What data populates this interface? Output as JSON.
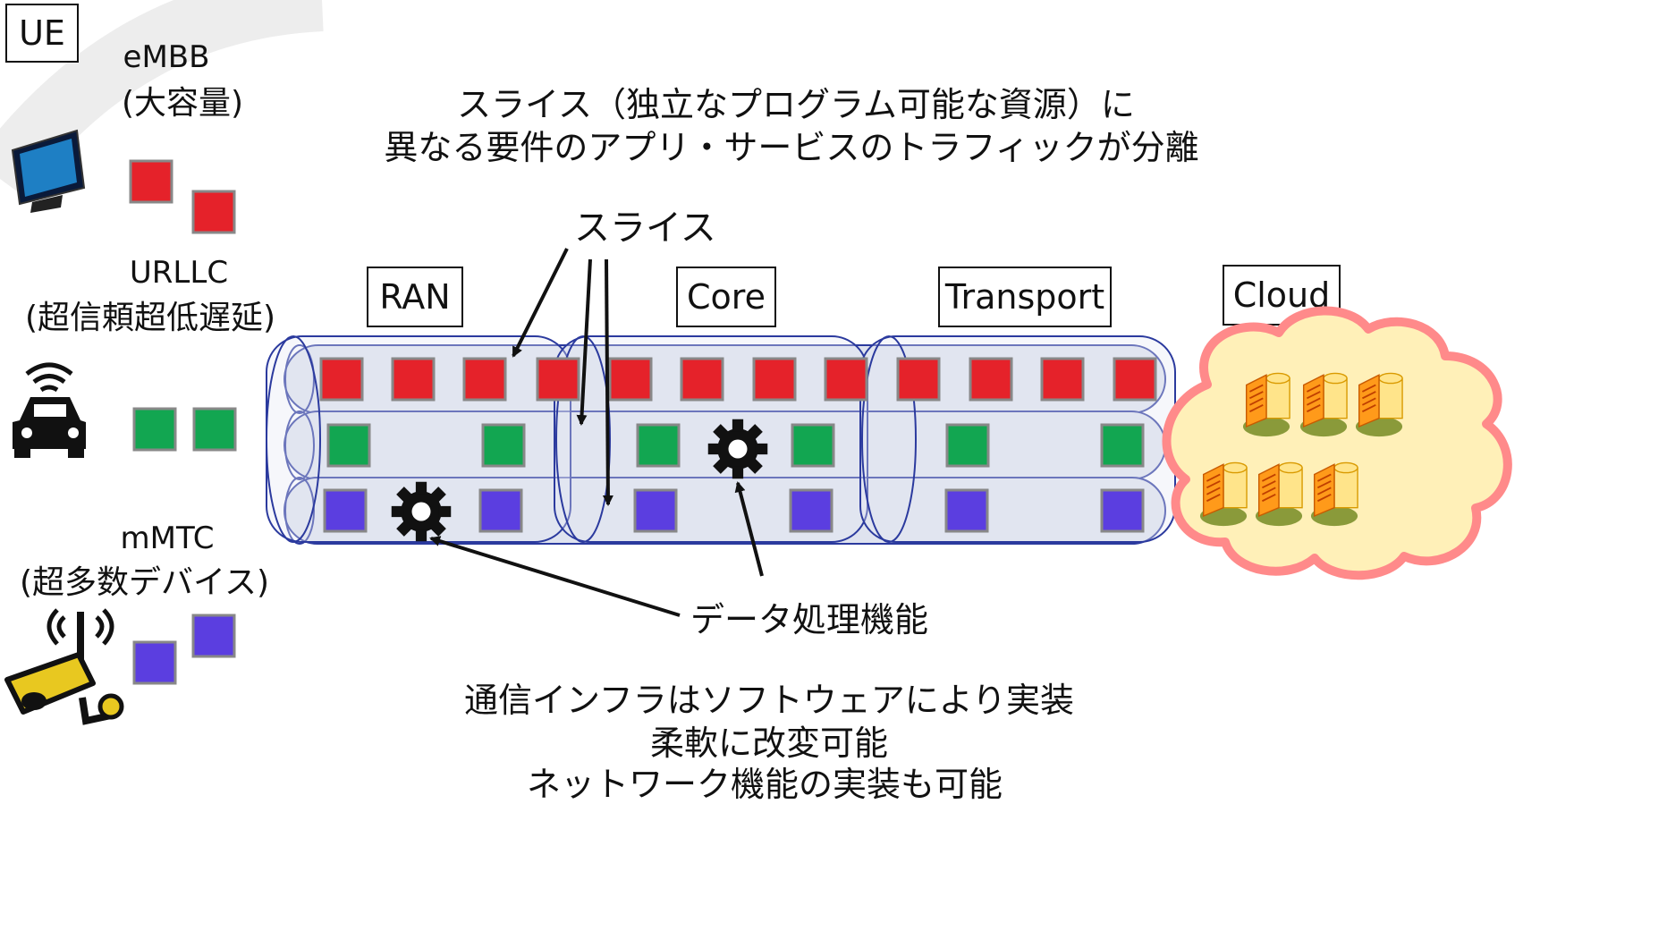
{
  "ue": {
    "box_label": "UE",
    "embb": {
      "name": "eMBB",
      "desc": "(大容量)"
    },
    "urllc": {
      "name": "URLLC",
      "desc": "(超信頼超低遅延)"
    },
    "mmtc": {
      "name": "mMTC",
      "desc": "(超多数デバイス)"
    }
  },
  "headline": {
    "line1": "スライス（独立なプログラム可能な資源）に",
    "line2": "異なる要件のアプリ・サービスのトラフィックが分離"
  },
  "slice_label": "スライス",
  "segments": {
    "ran": "RAN",
    "core": "Core",
    "transport": "Transport",
    "cloud": "Cloud"
  },
  "processing_label": "データ処理機能",
  "footer": {
    "line1": "通信インフラはソフトウェアにより実装",
    "line2": "柔軟に改変可能",
    "line3": "ネットワーク機能の実装も可能"
  },
  "colors": {
    "embb": "#e5222a",
    "urllc": "#12a651",
    "mmtc": "#5b3ee0",
    "tube_fill": "#dfe3ef",
    "tube_stroke": "#2b3a9e",
    "cloud": "#fff0b8",
    "cloud_edge": "#ff8a8a"
  },
  "icons": [
    "monitor-icon",
    "connected-car-icon",
    "iot-camera-icon",
    "gear-icon",
    "server-icon",
    "cloud-icon"
  ]
}
